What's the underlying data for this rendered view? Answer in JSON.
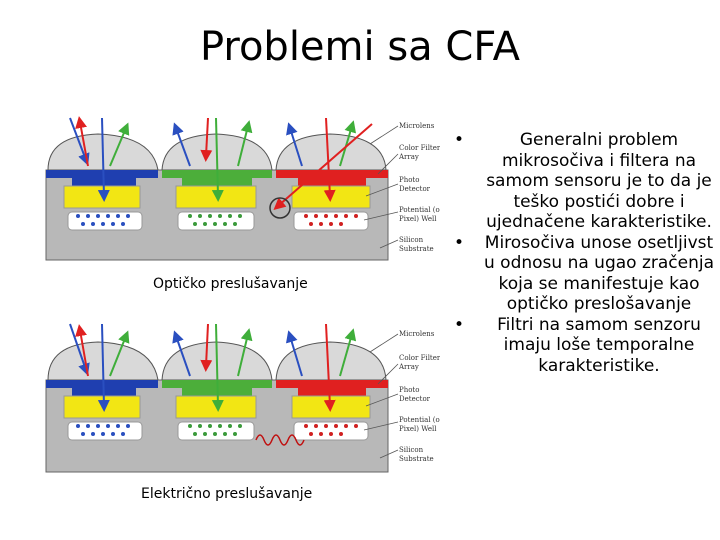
{
  "slide": {
    "title": "Problemi sa CFA",
    "figure1_caption": "Optičko preslušavanje",
    "figure2_caption": "Električno preslušavanje",
    "bullets": [
      "Generalni problem mikrosočiva i filtera na samom sensoru je to da je teško postići dobre i ujednačene karakteristike.",
      "Mirosočiva unose osetljivst u odnosu na ugao zračenja koja se manifestuje kao optičko preslošavanje",
      "Filtri na samom senzoru imaju loše temporalne karakteristike."
    ]
  },
  "figure_labels": {
    "microlens": "Microlens",
    "cfa_line1": "Color Filter",
    "cfa_line2": "Array",
    "pd_line1": "Photo",
    "pd_line2": "Detector",
    "well_line1": "Potential (or",
    "well_line2": "Pixel) Well",
    "sub_line1": "Silicon",
    "sub_line2": "Substrate"
  },
  "colors": {
    "blue_filter": "#1f3fb0",
    "green_filter": "#4cae3a",
    "red_filter": "#e02020",
    "photodetector": "#f2e614",
    "substrate": "#b8b8b8",
    "microlens": "#d9d9d9"
  }
}
